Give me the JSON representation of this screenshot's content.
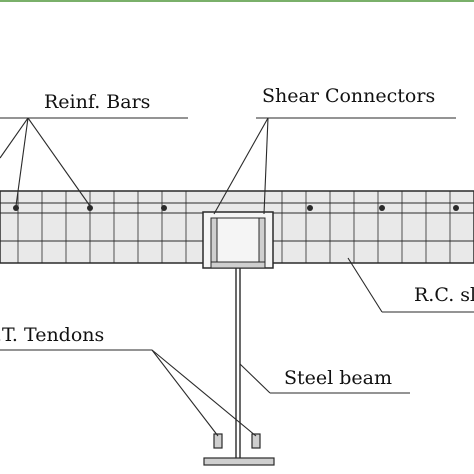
{
  "labels": {
    "reinf_bars": "Reinf. Bars",
    "shear_connectors": "Shear Connectors",
    "rc_slab": "R.C. sl",
    "pt_tendons": ".T. Tendons",
    "steel_beam": "Steel beam"
  },
  "colors": {
    "top_rule": "#7ab06a",
    "line": "#2a2a2a",
    "slab_fill": "#e9e9e9"
  }
}
